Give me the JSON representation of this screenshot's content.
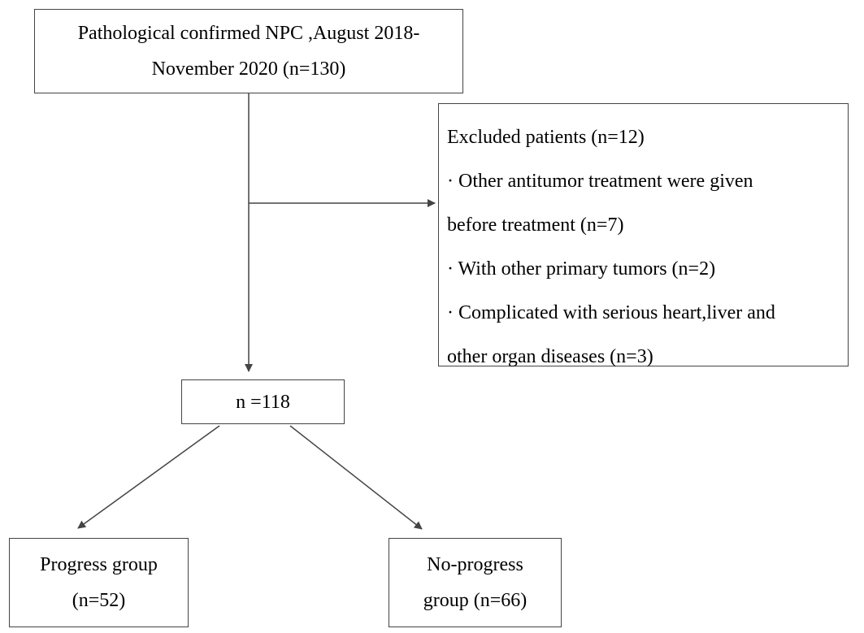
{
  "source_box": {
    "line1": "Pathological confirmed NPC ,August 2018-",
    "line2": "November 2020 (n=130)"
  },
  "excluded_box": {
    "title": "Excluded patients (n=12)",
    "item1_line1": "· Other antitumor treatment were given",
    "item1_line2": "before treatment (n=7)",
    "item2": "· With other primary tumors (n=2)",
    "item3_line1": "· Complicated with serious heart,liver and",
    "item3_line2": "other organ diseases (n=3)"
  },
  "included_box": {
    "label": "n =118"
  },
  "progress_box": {
    "line1": "Progress group",
    "line2": "(n=52)"
  },
  "noprogress_box": {
    "line1": "No-progress",
    "line2": "group (n=66)"
  },
  "colors": {
    "line": "#444444",
    "text": "#000000",
    "background": "#ffffff"
  }
}
